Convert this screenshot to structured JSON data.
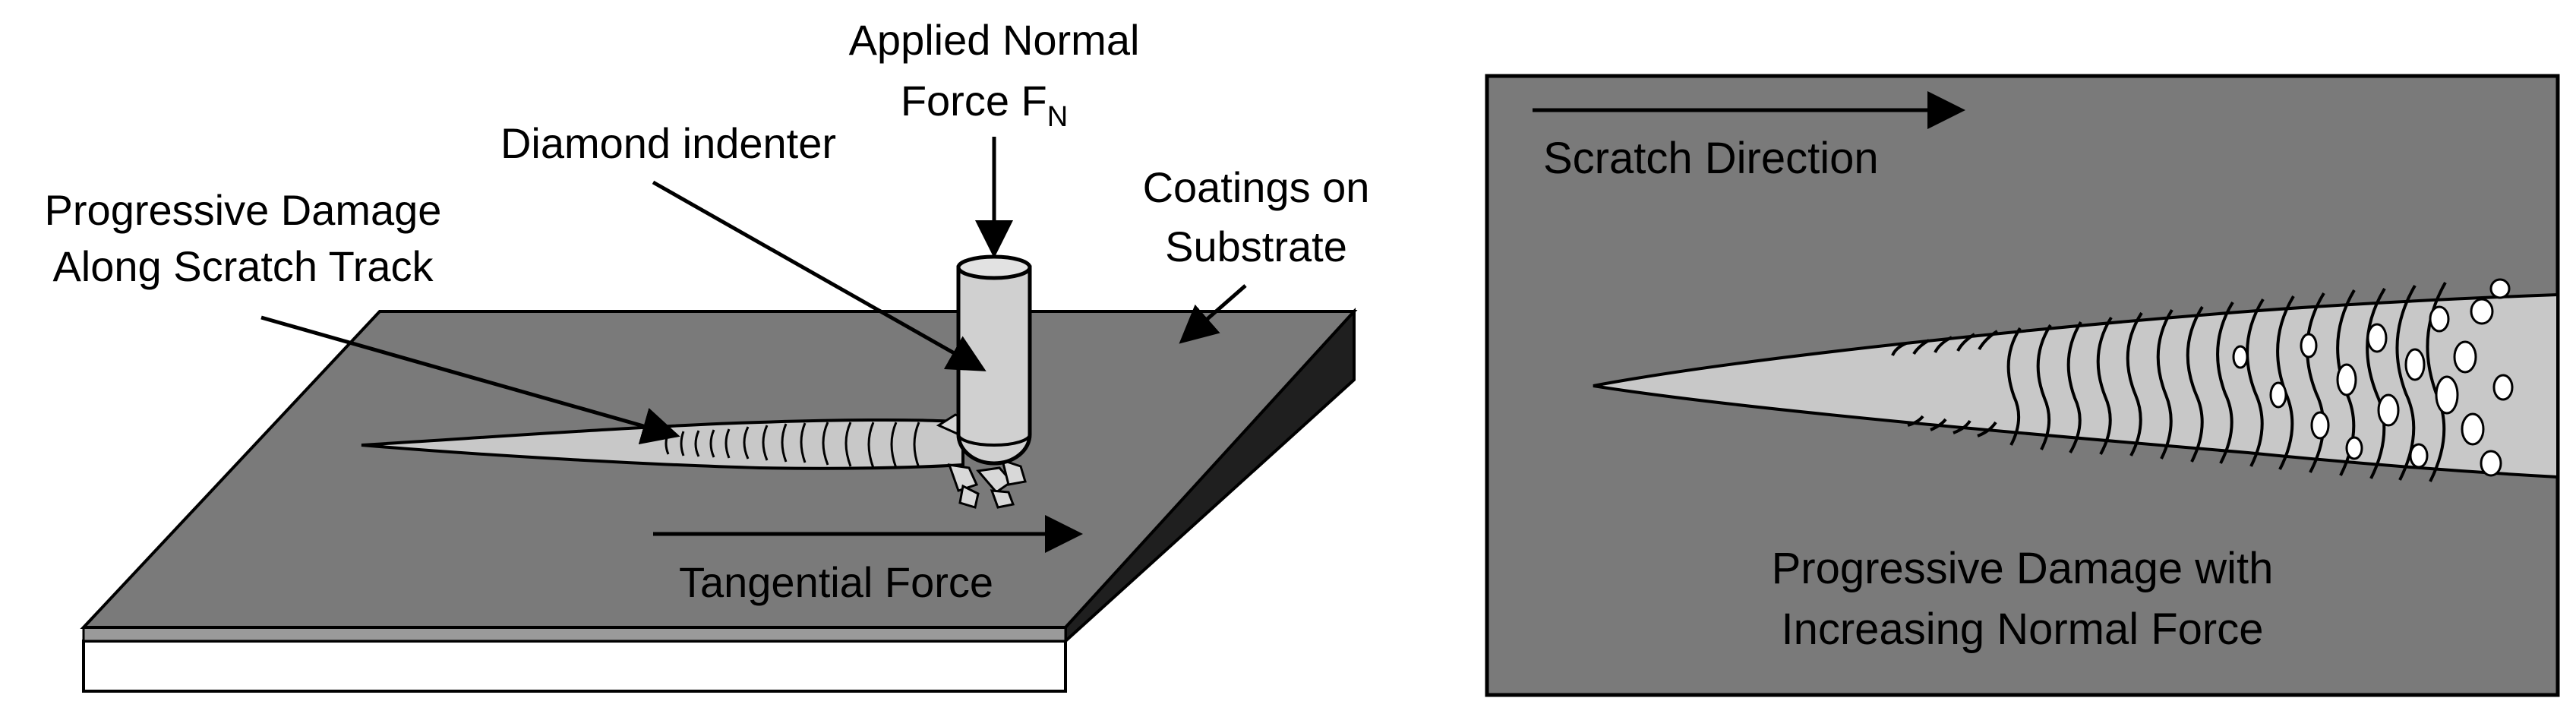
{
  "left_panel": {
    "applied_force": {
      "line1": "Applied Normal",
      "line2": "Force F",
      "subscript": "N"
    },
    "indenter_label": "Diamond indenter",
    "coatings_label": {
      "line1": "Coatings on",
      "line2": "Substrate"
    },
    "damage_label": {
      "line1": "Progressive Damage",
      "line2": "Along Scratch Track"
    },
    "tangential_label": "Tangential Force"
  },
  "right_panel": {
    "direction_label": "Scratch Direction",
    "damage_label": {
      "line1": "Progressive Damage with",
      "line2": "Increasing Normal Force"
    }
  },
  "colors": {
    "coating_top": "#7a7a7a",
    "coating_side": "#1f1f1f",
    "substrate": "#ffffff",
    "track": "#c8c8c8",
    "indenter": "#d0d0d0",
    "panel_bg": "#7a7a7a"
  }
}
